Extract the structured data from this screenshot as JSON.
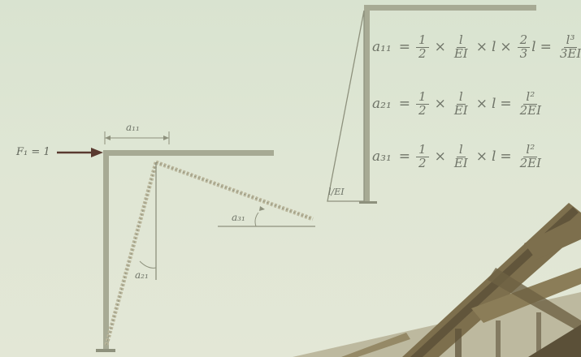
{
  "diagram": {
    "force_label": "F₁ = 1",
    "labels": {
      "a11": "a₁₁",
      "a21": "a₂₁",
      "a31": "a₃₁",
      "moment": "l/EI"
    },
    "equations": [
      {
        "lhs": "a₁₁",
        "terms": [
          {
            "num": "1",
            "den": "2"
          },
          {
            "op": "×"
          },
          {
            "num": "l",
            "den": "EI"
          },
          {
            "op": "×"
          },
          {
            "text": "l"
          },
          {
            "op": "×"
          },
          {
            "num": "2",
            "den": "3"
          },
          {
            "text": "l"
          },
          {
            "op": "="
          },
          {
            "num": "l³",
            "den": "3EI"
          }
        ]
      },
      {
        "lhs": "a₂₁",
        "terms": [
          {
            "num": "1",
            "den": "2"
          },
          {
            "op": "×"
          },
          {
            "num": "l",
            "den": "EI"
          },
          {
            "op": "×"
          },
          {
            "text": "l"
          },
          {
            "op": "="
          },
          {
            "num": "l²",
            "den": "2EI"
          }
        ]
      },
      {
        "lhs": "a₃₁",
        "terms": [
          {
            "num": "1",
            "den": "2"
          },
          {
            "op": "×"
          },
          {
            "num": "l",
            "den": "EI"
          },
          {
            "op": "×"
          },
          {
            "text": "l"
          },
          {
            "op": "="
          },
          {
            "num": "l²",
            "den": "2EI"
          }
        ]
      }
    ],
    "colors": {
      "member": "#a7aa94",
      "member_dark": "#8e917d",
      "arrow": "#5a3a30",
      "deflected": "#b9b59a",
      "truss": "#7d6f4d",
      "truss_dark": "#4f4530"
    }
  }
}
